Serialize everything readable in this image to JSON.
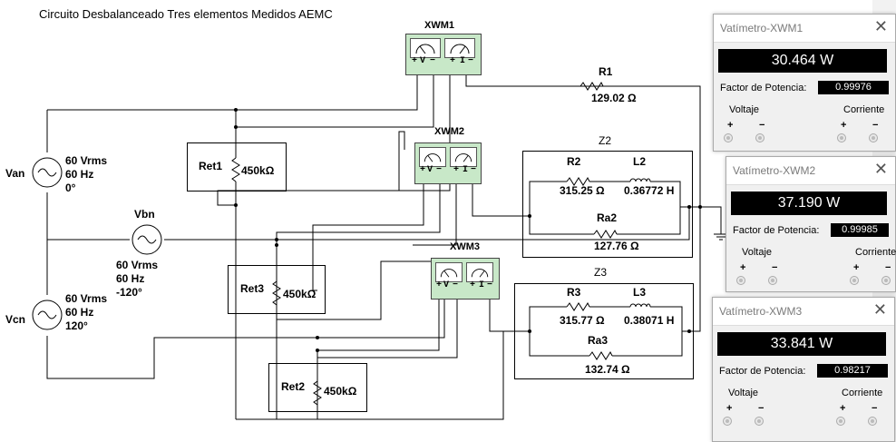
{
  "schematic": {
    "title": "Circuito Desbalanceado Tres elementos Medidos AEMC",
    "sources": {
      "van": {
        "name": "Van",
        "v": "60 Vrms",
        "f": "60 Hz",
        "phase": "0°"
      },
      "vbn": {
        "name": "Vbn",
        "v": "60 Vrms",
        "f": "60 Hz",
        "phase": "-120°"
      },
      "vcn": {
        "name": "Vcn",
        "v": "60 Vrms",
        "f": "60 Hz",
        "phase": "120°"
      }
    },
    "meters": {
      "xwm1": "XWM1",
      "xwm2": "XWM2",
      "xwm3": "XWM3"
    },
    "meter_pins": {
      "vplus": "+",
      "v": "V",
      "vminus": "−",
      "iplus": "+",
      "i": "I",
      "iminus": "−"
    },
    "r1": {
      "name": "R1",
      "value": "129.02 Ω"
    },
    "z2": {
      "name": "Z2",
      "r": "R2",
      "r_val": "315.25 Ω",
      "l": "L2",
      "l_val": "0.36772 H",
      "ra": "Ra2",
      "ra_val": "127.76 Ω"
    },
    "z3": {
      "name": "Z3",
      "r": "R3",
      "r_val": "315.77 Ω",
      "l": "L3",
      "l_val": "0.38071 H",
      "ra": "Ra3",
      "ra_val": "132.74 Ω"
    },
    "ret1": {
      "name": "Ret1",
      "value": "450kΩ"
    },
    "ret2": {
      "name": "Ret2",
      "value": "450kΩ"
    },
    "ret3": {
      "name": "Ret3",
      "value": "450kΩ"
    }
  },
  "wattmeters": [
    {
      "title": "Vatímetro-XWM1",
      "power": "30.464 W",
      "pf_label": "Factor de Potencia:",
      "pf": "0.99976",
      "voltage": "Voltaje",
      "current": "Corriente",
      "plus": "+",
      "minus": "−"
    },
    {
      "title": "Vatímetro-XWM2",
      "power": "37.190 W",
      "pf_label": "Factor de Potencia:",
      "pf": "0.99985",
      "voltage": "Voltaje",
      "current": "Corriente",
      "plus": "+",
      "minus": "−"
    },
    {
      "title": "Vatímetro-XWM3",
      "power": "33.841 W",
      "pf_label": "Factor de Potencia:",
      "pf": "0.98217",
      "voltage": "Voltaje",
      "current": "Corriente",
      "plus": "+",
      "minus": "−"
    }
  ],
  "icons": {
    "close": "close-icon",
    "source": "ac-source-icon",
    "resistor": "resistor-icon",
    "inductor": "inductor-icon",
    "ground": "ground-icon"
  }
}
